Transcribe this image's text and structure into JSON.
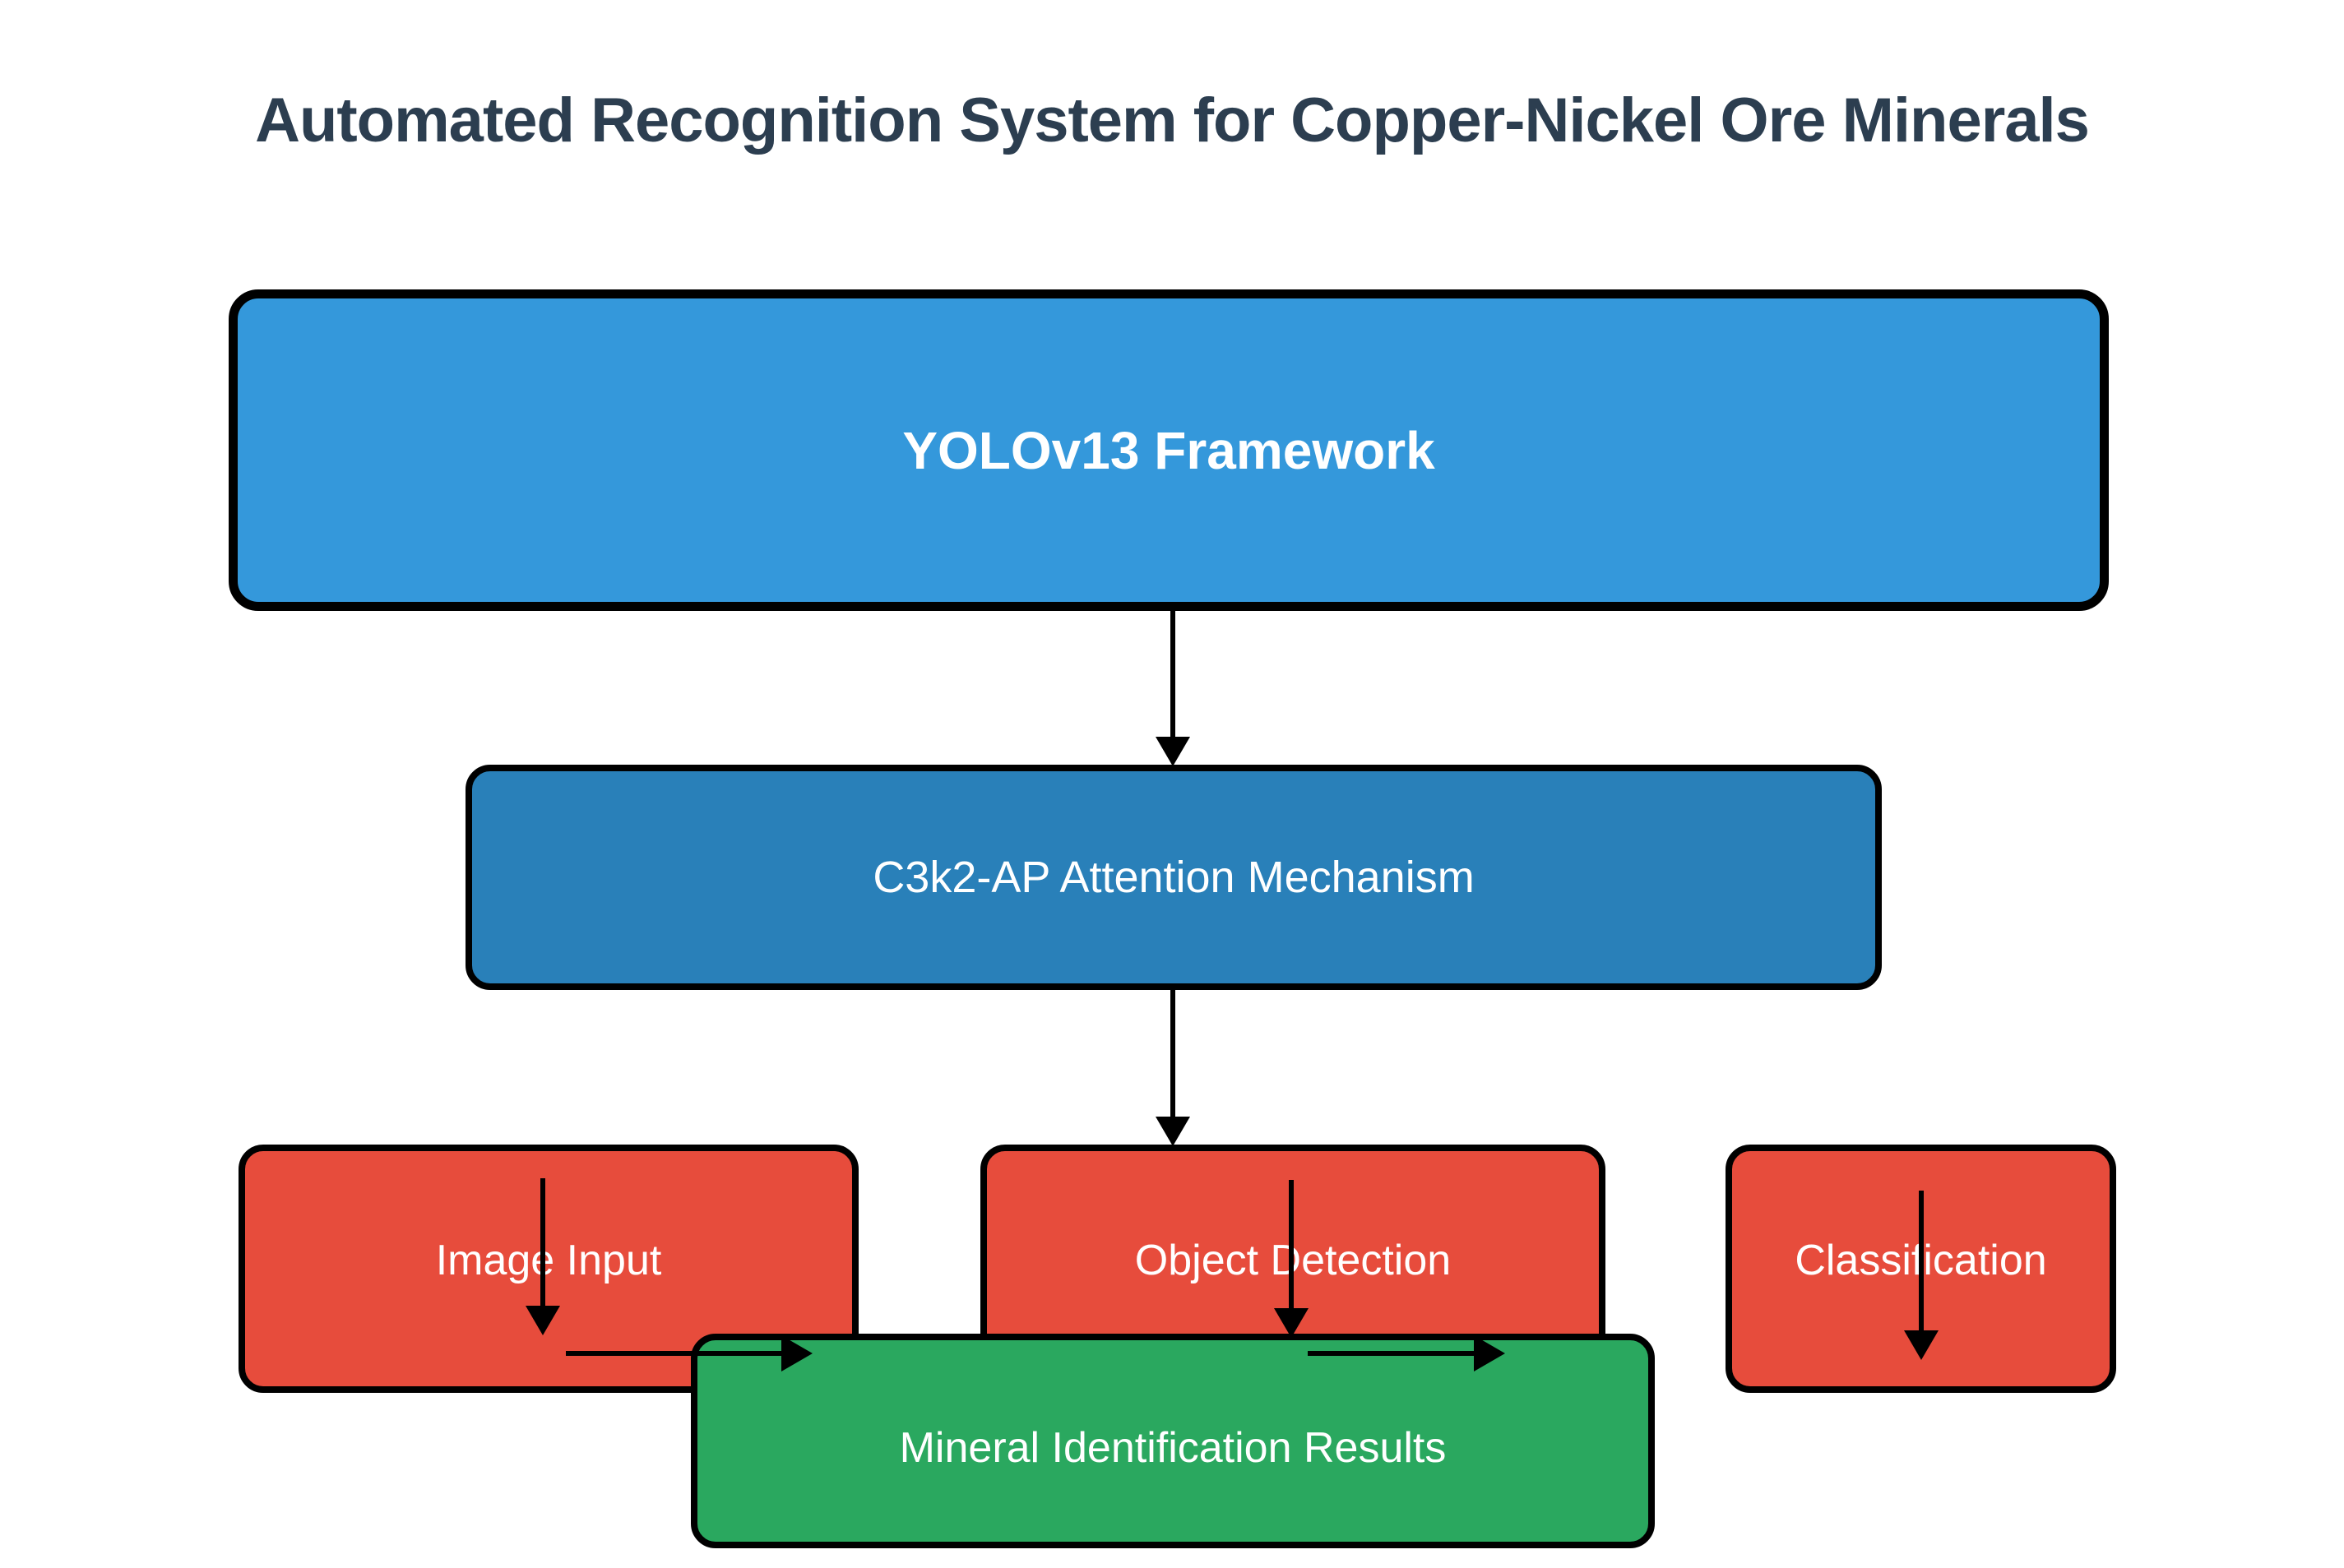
{
  "title": "Automated Recognition System for Copper-Nickel Ore Minerals",
  "colors": {
    "background": "#ffffff",
    "title_text": "#2c3e50",
    "border": "#000000",
    "arrow": "#000000",
    "label_text": "#ffffff",
    "framework_fill": "#3498db",
    "attention_fill": "#2980b9",
    "stage_fill": "#e74c3c",
    "results_fill": "#2aa85f"
  },
  "nodes": {
    "framework": {
      "label": "YOLOv13 Framework"
    },
    "attention": {
      "label": "C3k2-AP Attention Mechanism"
    },
    "image_input": {
      "label": "Image Input"
    },
    "object_detection": {
      "label": "Object Detection"
    },
    "classification": {
      "label": "Classification"
    },
    "results": {
      "label": "Mineral Identification Results"
    }
  },
  "edges": [
    {
      "from": "YOLOv13 Framework",
      "to": "C3k2-AP Attention Mechanism",
      "type": "arrow-down"
    },
    {
      "from": "C3k2-AP Attention Mechanism",
      "to": "Object Detection",
      "type": "arrow-down"
    },
    {
      "from": "Image Input",
      "to": "Mineral Identification Results",
      "type": "arrow-down-then-right"
    },
    {
      "from": "Object Detection",
      "to": "Mineral Identification Results",
      "type": "arrow-down-then-right"
    },
    {
      "from": "Classification",
      "to": "Mineral Identification Results",
      "type": "arrow-down"
    }
  ]
}
